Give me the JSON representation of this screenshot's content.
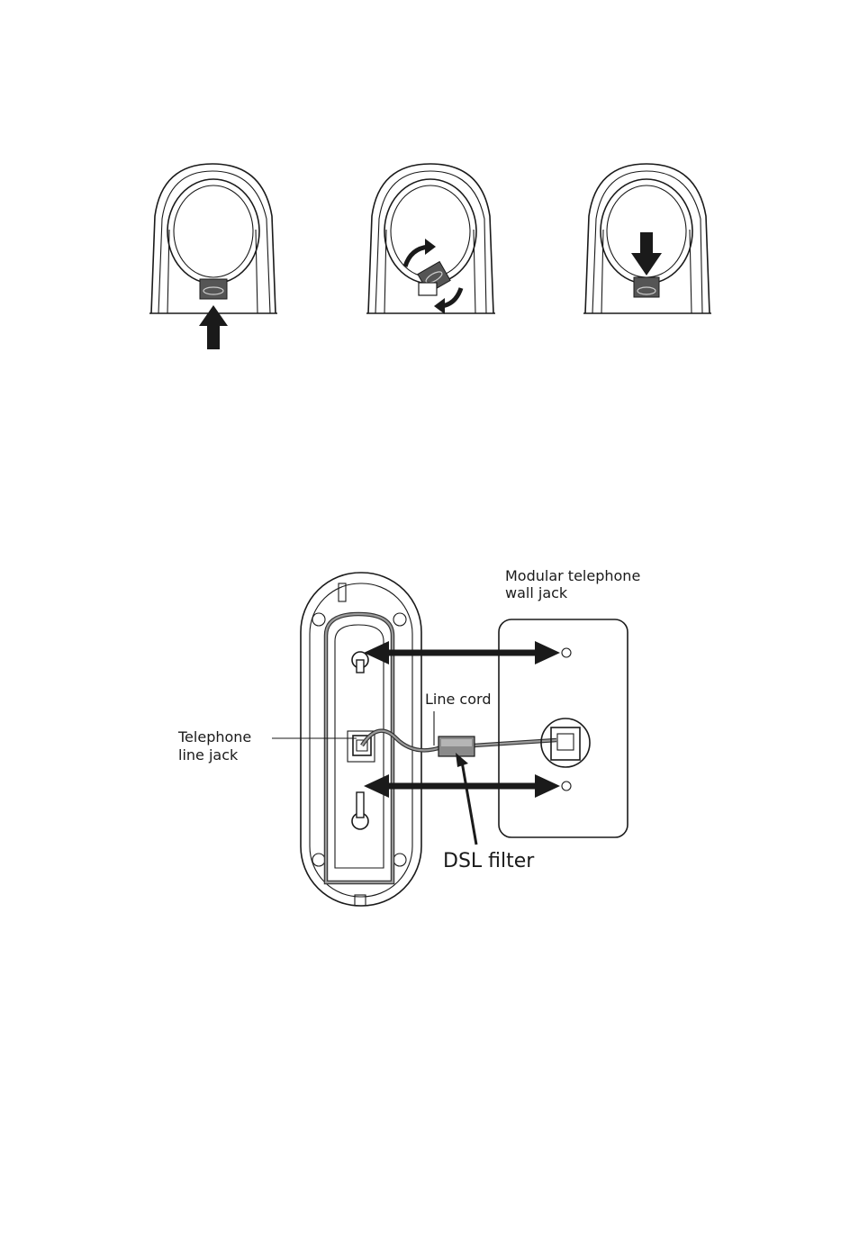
{
  "labels": {
    "wall_jack": [
      "Modular telephone",
      "wall jack"
    ],
    "line_cord": "Line cord",
    "line_jack": [
      "Telephone",
      "line jack"
    ],
    "dsl_filter": "DSL filter"
  }
}
